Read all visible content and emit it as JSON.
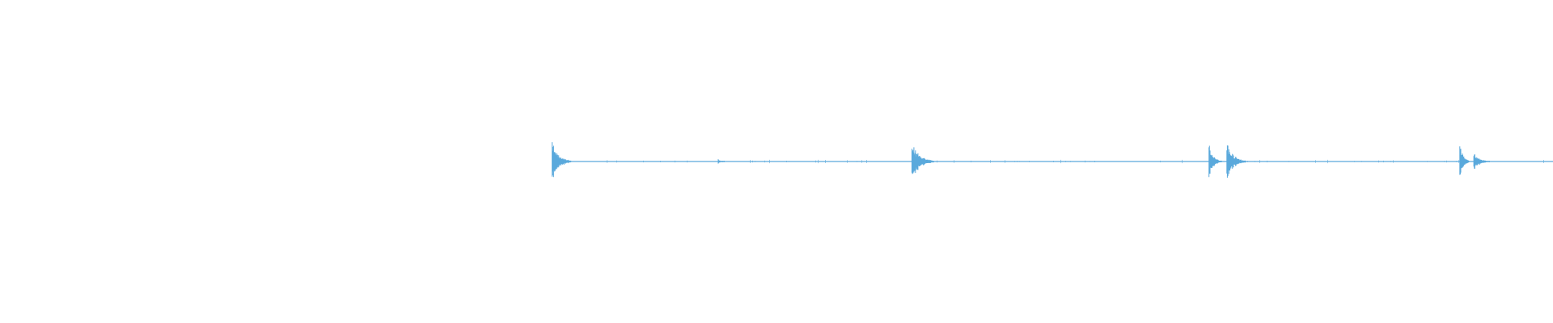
{
  "waveform": {
    "color": "#5aa9dc",
    "background": "#ffffff",
    "transients": [
      {
        "t": 0.3555,
        "amp": 1.0,
        "decay": 0.012
      },
      {
        "t": 0.4625,
        "amp": 0.12,
        "decay": 0.004
      },
      {
        "t": 0.5872,
        "amp": 0.95,
        "decay": 0.014
      },
      {
        "t": 0.7785,
        "amp": 0.85,
        "decay": 0.008
      },
      {
        "t": 0.79,
        "amp": 0.95,
        "decay": 0.012
      },
      {
        "t": 0.94,
        "amp": 1.0,
        "decay": 0.006
      },
      {
        "t": 0.949,
        "amp": 0.45,
        "decay": 0.01
      }
    ]
  }
}
